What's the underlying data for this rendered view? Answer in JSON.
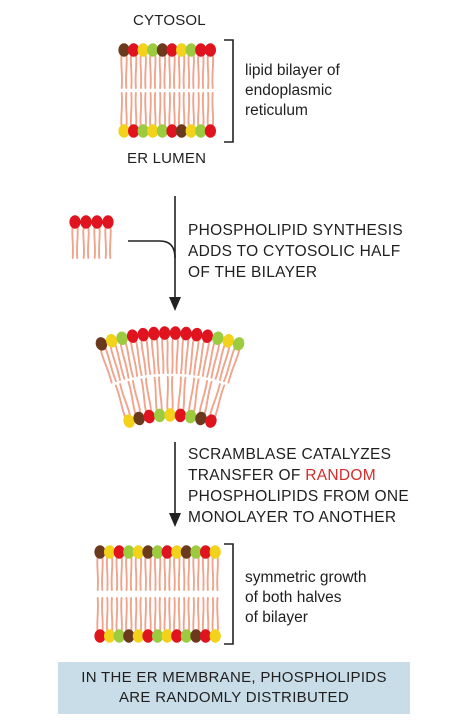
{
  "labels": {
    "cytosol": "CYTOSOL",
    "er_lumen": "ER LUMEN",
    "bracket_top": [
      "lipid bilayer of",
      "endoplasmic",
      "reticulum"
    ],
    "bracket_bottom": [
      "symmetric growth",
      "of both halves",
      "of bilayer"
    ]
  },
  "steps": {
    "synthesis": [
      "PHOSPHOLIPID SYNTHESIS",
      "ADDS TO CYTOSOLIC HALF",
      "OF THE BILAYER"
    ],
    "scramblase": {
      "line1": "SCRAMBLASE CATALYZES",
      "line2_prefix": "TRANSFER OF ",
      "line2_highlight": "RANDOM",
      "line3": "PHOSPHOLIPIDS FROM ONE",
      "line4": "MONOLAYER TO ANOTHER"
    }
  },
  "footer": [
    "IN THE ER MEMBRANE, PHOSPHOLIPIDS",
    "ARE RANDOMLY DISTRIBUTED"
  ],
  "colors": {
    "tail": "#f0a48c",
    "red": "#e0141e",
    "green": "#9ccb3f",
    "yellow": "#f2d21a",
    "brown": "#6b3a1e",
    "footer_bg": "#c9dde8",
    "highlight": "#d52b2b"
  },
  "membranes": {
    "initial": {
      "top": [
        "brown",
        "red",
        "yellow",
        "green",
        "brown",
        "red",
        "yellow",
        "green",
        "red",
        "red"
      ],
      "bottom": [
        "yellow",
        "red",
        "green",
        "yellow",
        "green",
        "red",
        "brown",
        "yellow",
        "green",
        "red"
      ]
    },
    "new_lipids": [
      "red",
      "red",
      "red",
      "red"
    ],
    "curved": {
      "top": [
        "brown",
        "yellow",
        "green",
        "red",
        "red",
        "red",
        "red",
        "red",
        "red",
        "red",
        "red",
        "green",
        "yellow",
        "green"
      ],
      "bottom": [
        "yellow",
        "brown",
        "red",
        "green",
        "yellow",
        "red",
        "green",
        "brown",
        "red"
      ]
    },
    "final": {
      "top": [
        "brown",
        "yellow",
        "red",
        "green",
        "yellow",
        "brown",
        "green",
        "red",
        "yellow",
        "brown",
        "green",
        "red",
        "yellow"
      ],
      "bottom": [
        "red",
        "yellow",
        "green",
        "brown",
        "yellow",
        "red",
        "green",
        "yellow",
        "red",
        "green",
        "brown",
        "red",
        "yellow"
      ]
    }
  }
}
